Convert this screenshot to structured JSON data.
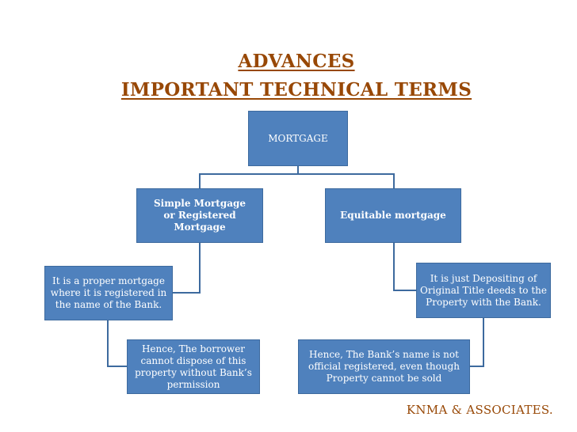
{
  "title": {
    "line1": "ADVANCES",
    "line2": "IMPORTANT TECHNICAL TERMS"
  },
  "nodes": {
    "mortgage": "MORTGAGE",
    "simple": "Simple Mortgage or Registered Mortgage",
    "equitable": "Equitable mortgage",
    "proper": "It is a proper mortgage where it is registered  in the name of the Bank.",
    "borrower": "Hence, The borrower cannot dispose of this property without Bank’s permission",
    "depositing": "It is just Depositing of Original Title deeds to the Property with  the Bank.",
    "bankname": "Hence, The Bank’s name is not official registered, even though Property cannot be sold"
  },
  "footer": "KNMA & ASSOCIATES.",
  "colors": {
    "box": "#4f81bd",
    "line": "#3d6a9e",
    "title": "#984806"
  }
}
